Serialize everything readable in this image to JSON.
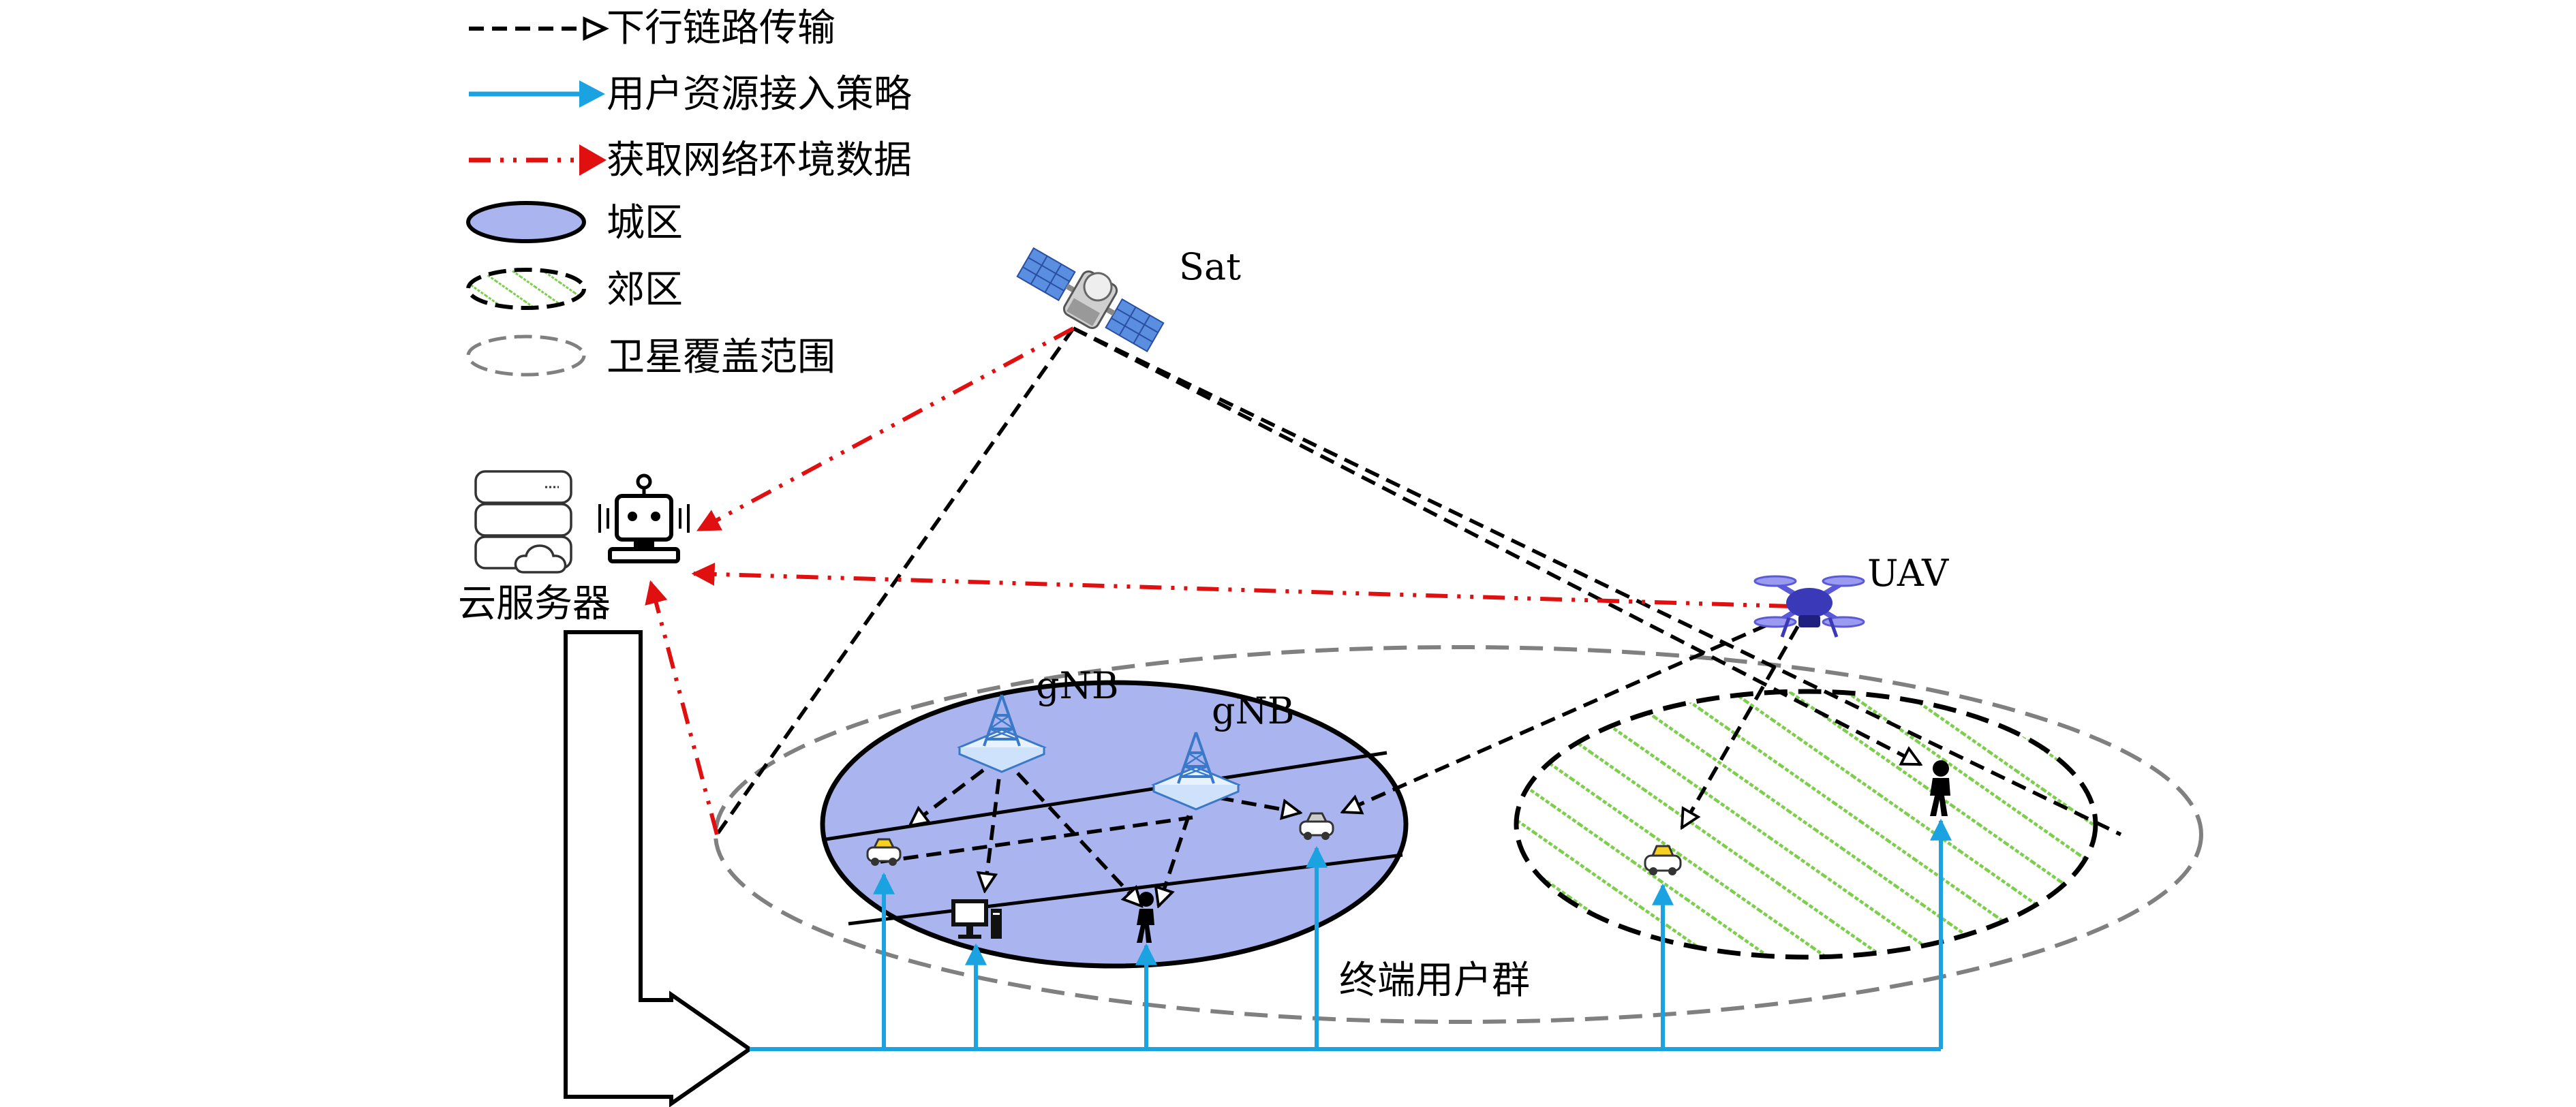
{
  "legend": [
    {
      "label": "下行链路传输",
      "kind": "downlink"
    },
    {
      "label": "用户资源接入策略",
      "kind": "access"
    },
    {
      "label": "获取网络环境数据",
      "kind": "fetch"
    },
    {
      "label": "城区",
      "kind": "urban"
    },
    {
      "label": "郊区",
      "kind": "suburban"
    },
    {
      "label": "卫星覆盖范围",
      "kind": "coverage"
    }
  ],
  "nodes": {
    "sat": "Sat",
    "uav": "UAV",
    "gnb1": "gNB",
    "gnb2": "gNB",
    "cloud": "云服务器",
    "users": "终端用户群"
  },
  "colors": {
    "downlink": "#000000",
    "access": "#1aa3e0",
    "fetch": "#e01010",
    "urban_fill": "#aab4ee",
    "suburban_hatch": "#7ccf4a",
    "coverage": "#808080"
  }
}
